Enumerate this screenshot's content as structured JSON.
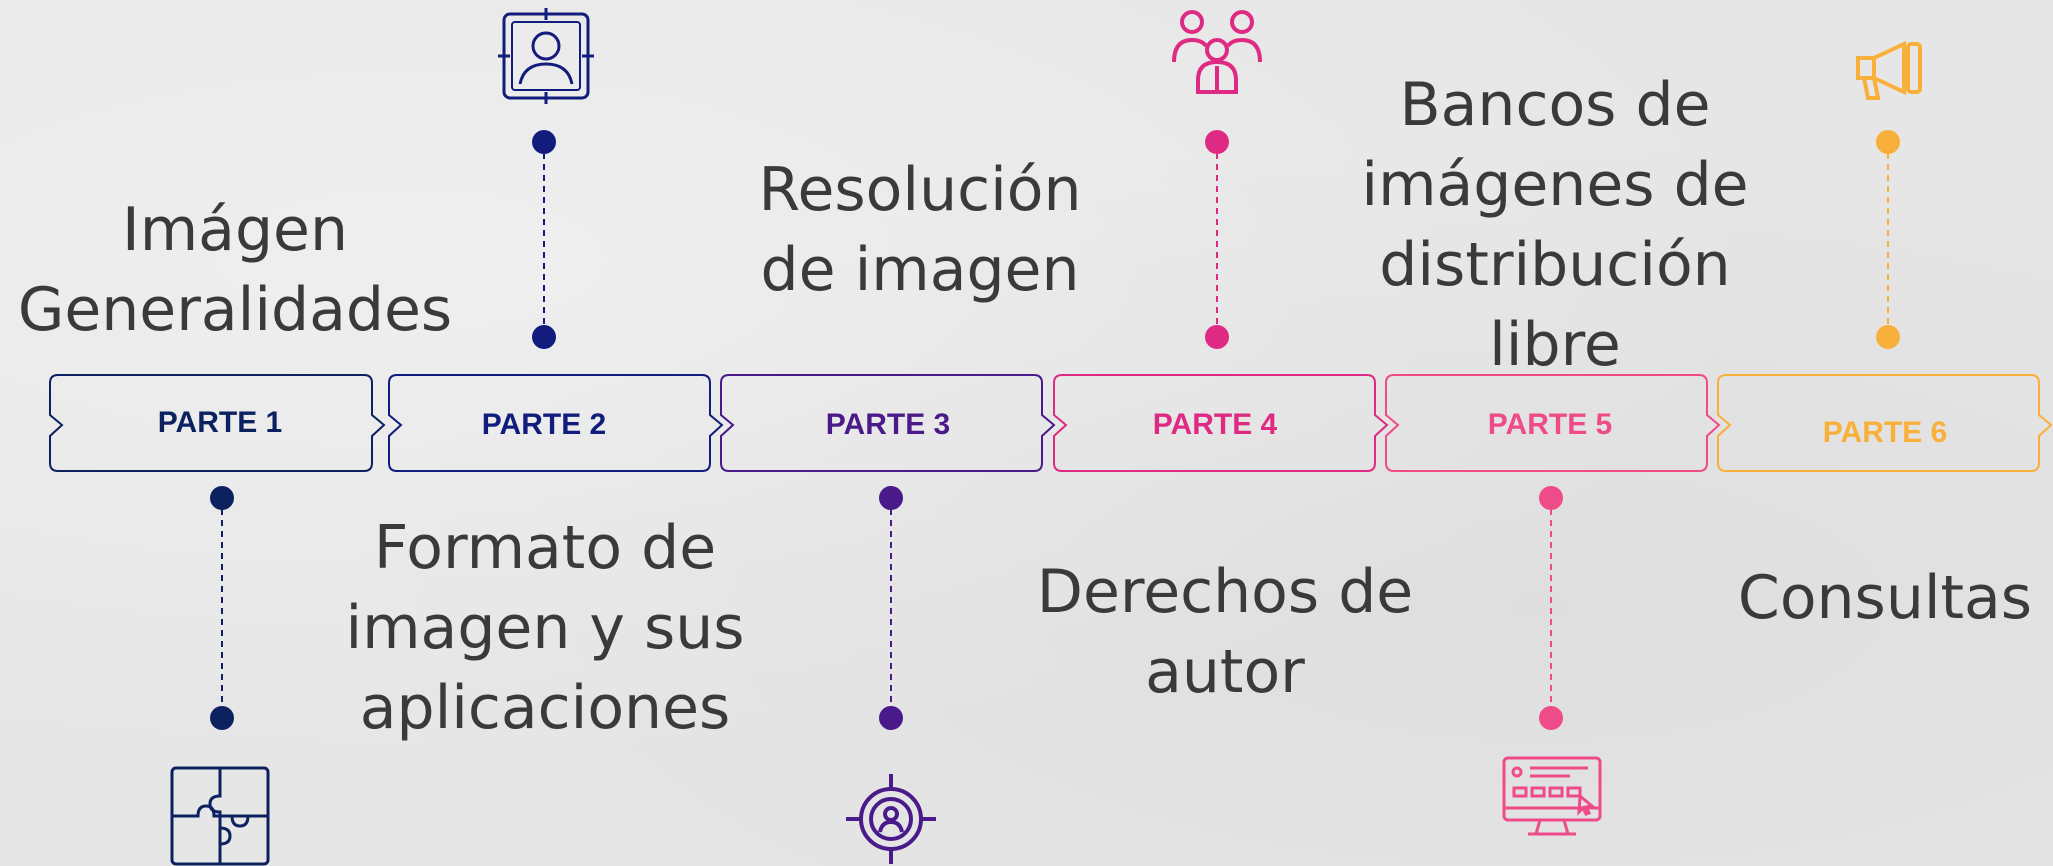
{
  "colors": {
    "p1": "#0c2160",
    "p2": "#111c7c",
    "p3": "#4a1a8a",
    "p4": "#df2a84",
    "p5": "#ef4b88",
    "p6": "#f9b03a",
    "text": "#3a3a3a"
  },
  "parts": [
    {
      "label": "PARTE 1",
      "topic_lines": [
        "Imágen",
        "Generalidades"
      ],
      "icon": "puzzle-icon"
    },
    {
      "label": "PARTE 2",
      "topic_lines": [
        "Formato de",
        "imagen y sus",
        "aplicaciones"
      ],
      "icon": "profile-frame-icon"
    },
    {
      "label": "PARTE 3",
      "topic_lines": [
        "Resolución",
        "de imagen"
      ],
      "icon": "target-user-icon"
    },
    {
      "label": "PARTE 4",
      "topic_lines": [
        "Derechos de",
        "autor"
      ],
      "icon": "group-people-icon"
    },
    {
      "label": "PARTE 5",
      "topic_lines": [
        "Bancos de",
        "imágenes de",
        "distribución",
        "libre"
      ],
      "icon": "monitor-icon"
    },
    {
      "label": "PARTE 6",
      "topic_lines": [
        "Consultas"
      ],
      "icon": "megaphone-icon"
    }
  ]
}
